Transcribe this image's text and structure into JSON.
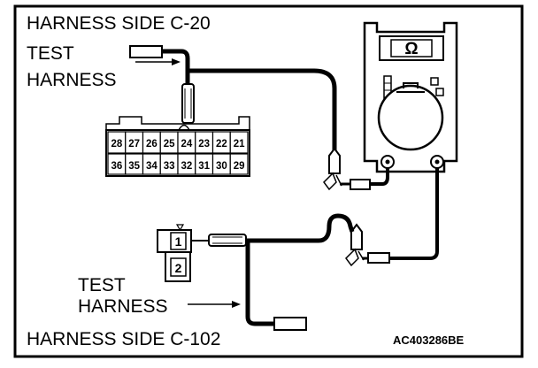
{
  "labels": {
    "harness_side_top": "HARNESS SIDE C-20",
    "test_harness_top_line1": "TEST",
    "test_harness_top_line2": "HARNESS",
    "test_harness_bottom_line1": "TEST",
    "test_harness_bottom_line2": "HARNESS",
    "harness_side_bottom": "HARNESS SIDE C-102",
    "figure_code": "AC403286BE"
  },
  "connector_c20": {
    "top_row": [
      "28",
      "27",
      "26",
      "25",
      "24",
      "23",
      "22",
      "21"
    ],
    "bottom_row": [
      "36",
      "35",
      "34",
      "33",
      "32",
      "31",
      "30",
      "29"
    ]
  },
  "connector_c102": {
    "pins": [
      "1",
      "2"
    ]
  },
  "multimeter": {
    "display_symbol": "Ω"
  }
}
